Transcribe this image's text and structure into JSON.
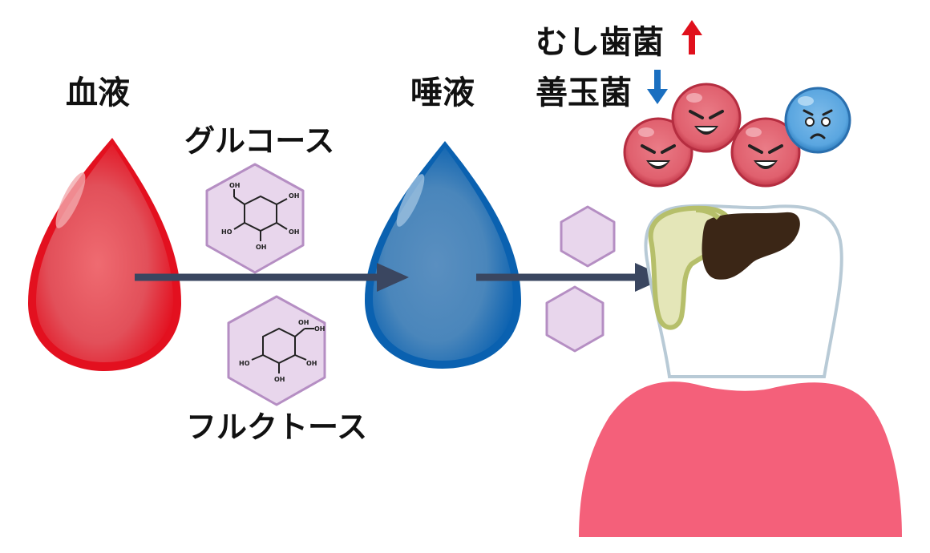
{
  "labels": {
    "blood": "血液",
    "saliva": "唾液",
    "glucose": "グルコース",
    "fructose": "フルクトース",
    "caries_bacteria": "むし歯菌",
    "good_bacteria": "善玉菌"
  },
  "molecules": {
    "oh": "OH",
    "ho": "HO"
  },
  "colors": {
    "blood": "#e3101f",
    "saliva": "#0a61b0",
    "arrow": "#3a4660",
    "hexagon": "#e8d6ec",
    "hexagon_stroke": "#b58ec3",
    "bad_bacteria": "#e4606f",
    "good_bacteria": "#5aa6e0",
    "gum": "#f4607a",
    "plaque": "#b6bf6a",
    "cavity": "#3b2616",
    "up_arrow": "#e0101c",
    "down_arrow": "#1a6fc0"
  },
  "icons": {
    "increase": "arrow-up-icon",
    "decrease": "arrow-down-icon"
  }
}
